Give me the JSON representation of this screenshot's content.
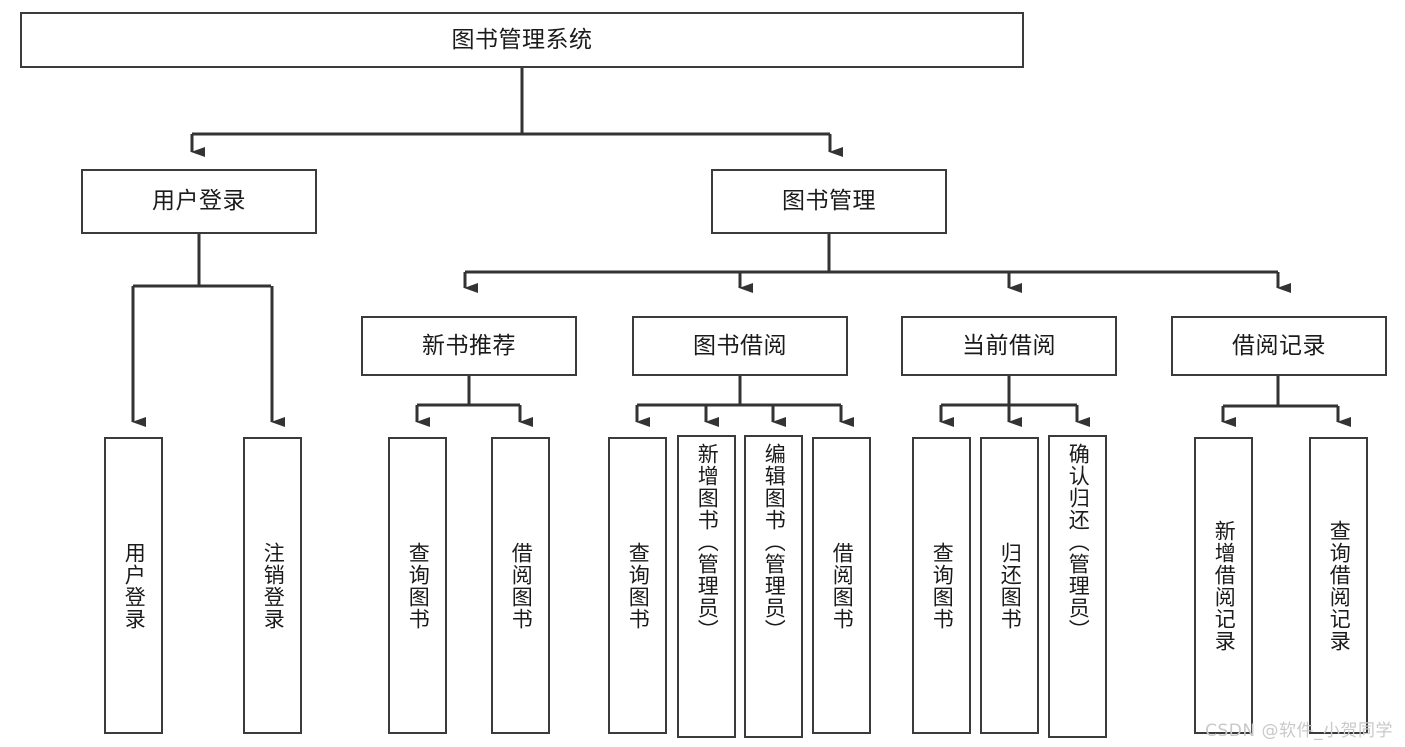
{
  "diagram": {
    "type": "tree-hierarchy-chart",
    "title": "图书管理系统",
    "watermark": "CSDN @软件_小贺同学",
    "colors": {
      "box_border": "#3b3b3b",
      "box_fill": "#ffffff",
      "connector": "#333333",
      "text": "#1b1b1b",
      "watermark": "#c9c9c9",
      "background": "#ffffff"
    },
    "levels": [
      {
        "level": 0,
        "nodes": [
          {
            "id": "root",
            "label": "图书管理系统",
            "orientation": "horizontal"
          }
        ]
      },
      {
        "level": 1,
        "nodes": [
          {
            "id": "user-login",
            "label": "用户登录",
            "orientation": "horizontal",
            "parent": "root"
          },
          {
            "id": "book-manage",
            "label": "图书管理",
            "orientation": "horizontal",
            "parent": "root"
          }
        ]
      },
      {
        "level": 2,
        "nodes": [
          {
            "id": "new-book-recommend",
            "label": "新书推荐",
            "orientation": "horizontal",
            "parent": "book-manage"
          },
          {
            "id": "book-borrow",
            "label": "图书借阅",
            "orientation": "horizontal",
            "parent": "book-manage"
          },
          {
            "id": "current-borrow",
            "label": "当前借阅",
            "orientation": "horizontal",
            "parent": "book-manage"
          },
          {
            "id": "borrow-record",
            "label": "借阅记录",
            "orientation": "horizontal",
            "parent": "book-manage"
          }
        ]
      },
      {
        "level": 3,
        "nodes": [
          {
            "id": "leaf-user-login",
            "label": "用户登录",
            "orientation": "vertical",
            "parent": "user-login"
          },
          {
            "id": "leaf-logout-login",
            "label": "注销登录",
            "orientation": "vertical",
            "parent": "user-login"
          },
          {
            "id": "leaf-query-book-1",
            "label": "查询图书",
            "orientation": "vertical",
            "parent": "new-book-recommend"
          },
          {
            "id": "leaf-borrow-book-1",
            "label": "借阅图书",
            "orientation": "vertical",
            "parent": "new-book-recommend"
          },
          {
            "id": "leaf-query-book-2",
            "label": "查询图书",
            "orientation": "vertical",
            "parent": "book-borrow"
          },
          {
            "id": "leaf-add-book-admin",
            "label": "新增图书（管理员）",
            "orientation": "vertical",
            "parent": "book-borrow"
          },
          {
            "id": "leaf-edit-book-admin",
            "label": "编辑图书（管理员）",
            "orientation": "vertical",
            "parent": "book-borrow"
          },
          {
            "id": "leaf-borrow-book-2",
            "label": "借阅图书",
            "orientation": "vertical",
            "parent": "book-borrow"
          },
          {
            "id": "leaf-query-book-3",
            "label": "查询图书",
            "orientation": "vertical",
            "parent": "current-borrow"
          },
          {
            "id": "leaf-return-book",
            "label": "归还图书",
            "orientation": "vertical",
            "parent": "current-borrow"
          },
          {
            "id": "leaf-confirm-return-admin",
            "label": "确认归还（管理员）",
            "orientation": "vertical",
            "parent": "current-borrow"
          },
          {
            "id": "leaf-add-borrow-record",
            "label": "新增借阅记录",
            "orientation": "vertical",
            "parent": "borrow-record"
          },
          {
            "id": "leaf-query-borrow-record",
            "label": "查询借阅记录",
            "orientation": "vertical",
            "parent": "borrow-record"
          }
        ]
      }
    ]
  }
}
